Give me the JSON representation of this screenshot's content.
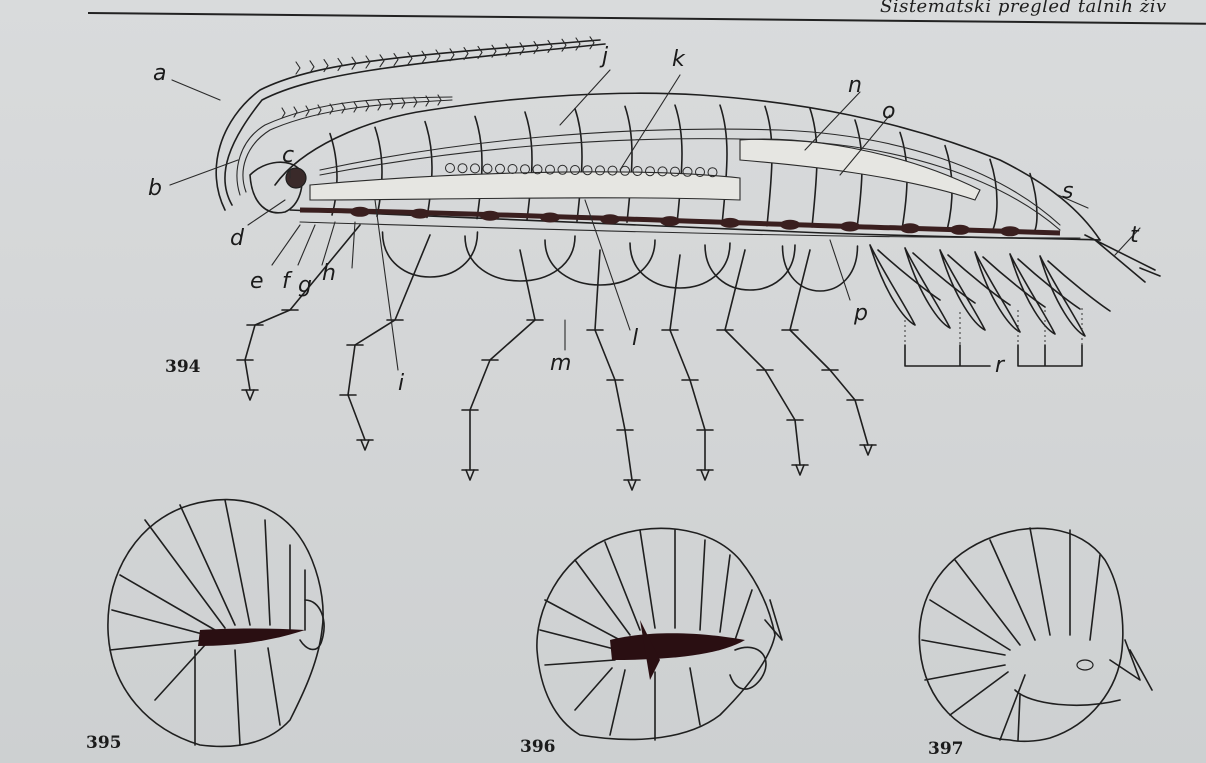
{
  "header": {
    "running_title": "Sistematski pregled talnih živ"
  },
  "figure_394": {
    "number": "394",
    "labels": [
      "a",
      "b",
      "c",
      "d",
      "e",
      "f",
      "g",
      "h",
      "i",
      "j",
      "k",
      "l",
      "m",
      "n",
      "o",
      "p",
      "r",
      "s",
      "t"
    ]
  },
  "figure_395": {
    "number": "395"
  },
  "figure_396": {
    "number": "396"
  },
  "figure_397": {
    "number": "397"
  }
}
